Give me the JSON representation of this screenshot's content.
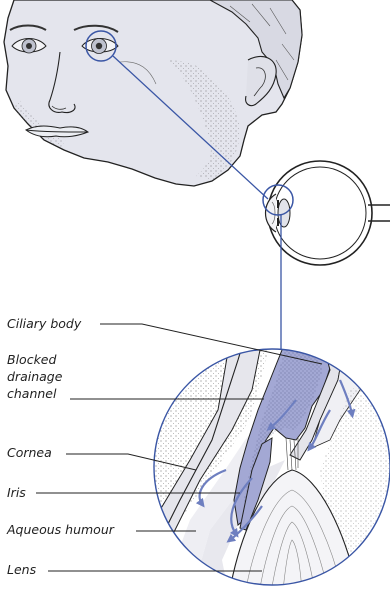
{
  "labels": {
    "ciliary_body": "Ciliary body",
    "blocked_line1": "Blocked",
    "blocked_line2": "drainage",
    "blocked_line3": "channel",
    "cornea": "Cornea",
    "iris": "Iris",
    "aqueous_humour": "Aqueous humour",
    "lens": "Lens"
  },
  "colors": {
    "skin": "#e4e5ed",
    "skin_shadow": "#c9cbd8",
    "outline": "#222222",
    "link_line": "#3a56a5",
    "detail_fill": "#e9e9ee",
    "ciliary": "#a3a8d4",
    "arrow": "#6e7fc0"
  }
}
